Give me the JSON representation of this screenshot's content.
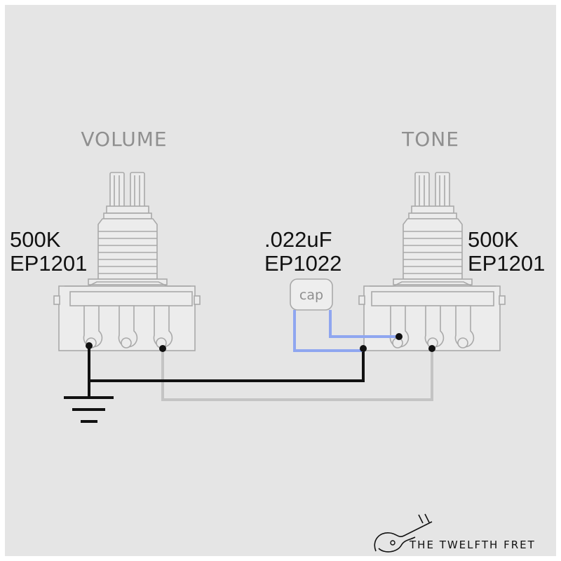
{
  "volume_pot": {
    "title": "VOLUME",
    "value": "500K",
    "part_number": "EP1201"
  },
  "tone_pot": {
    "title": "TONE",
    "value": "500K",
    "part_number": "EP1201"
  },
  "capacitor": {
    "value": ".022uF",
    "part_number": "EP1022",
    "body_label": "cap"
  },
  "brand": {
    "name": "THE TWELFTH FRET",
    "logo": "guitar-logo-icon"
  },
  "colors": {
    "background": "#e5e5e5",
    "frame": "#ffffff",
    "outline": "#a9a9a9",
    "ground_wire": "#111111",
    "signal_wire": "#c4c4c4",
    "cap_leads": "#8fa6f0",
    "labels": "#111111",
    "titles": "#8f8f8f"
  },
  "icons": {
    "ground": "ground-symbol-icon"
  }
}
